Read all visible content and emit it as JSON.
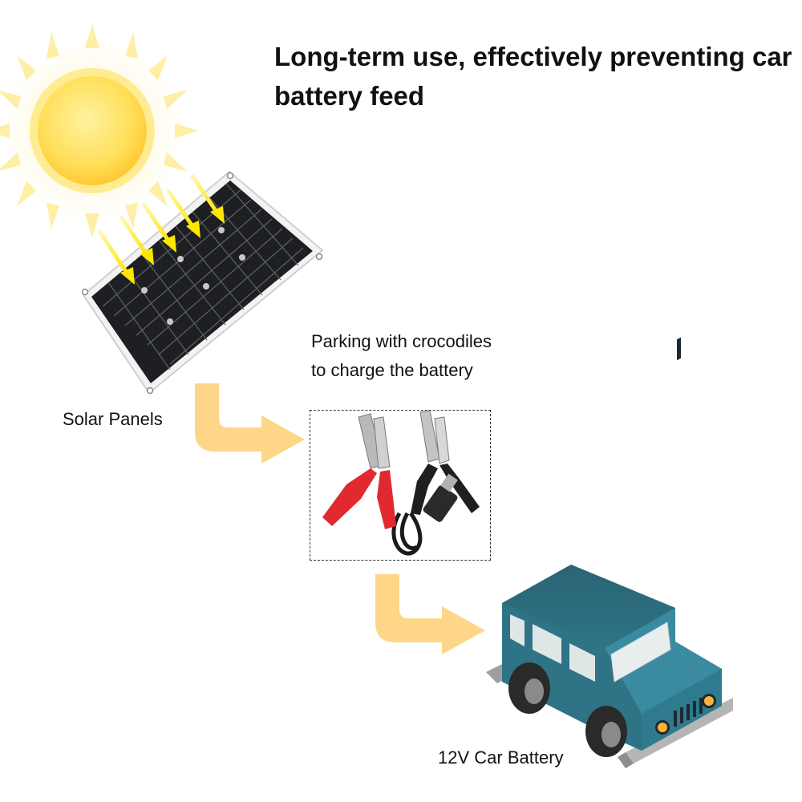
{
  "header": {
    "title": "Long-term use, effectively preventing car battery feed"
  },
  "diagram": {
    "solar_label": "Solar Panels",
    "parking_line1": "Parking with crocodiles",
    "parking_line2": "to charge the battery",
    "battery_label": "12V Car Battery"
  },
  "colors": {
    "sun": "#ffd84a",
    "arrow": "#fdd688",
    "panel": "#1d1f22",
    "car_body": "#2e7486",
    "clip_red": "#e02a2f"
  },
  "icons": [
    "sun-icon",
    "solar-panel-icon",
    "crocodile-clips-icon",
    "car-icon",
    "flow-arrow-icon"
  ]
}
